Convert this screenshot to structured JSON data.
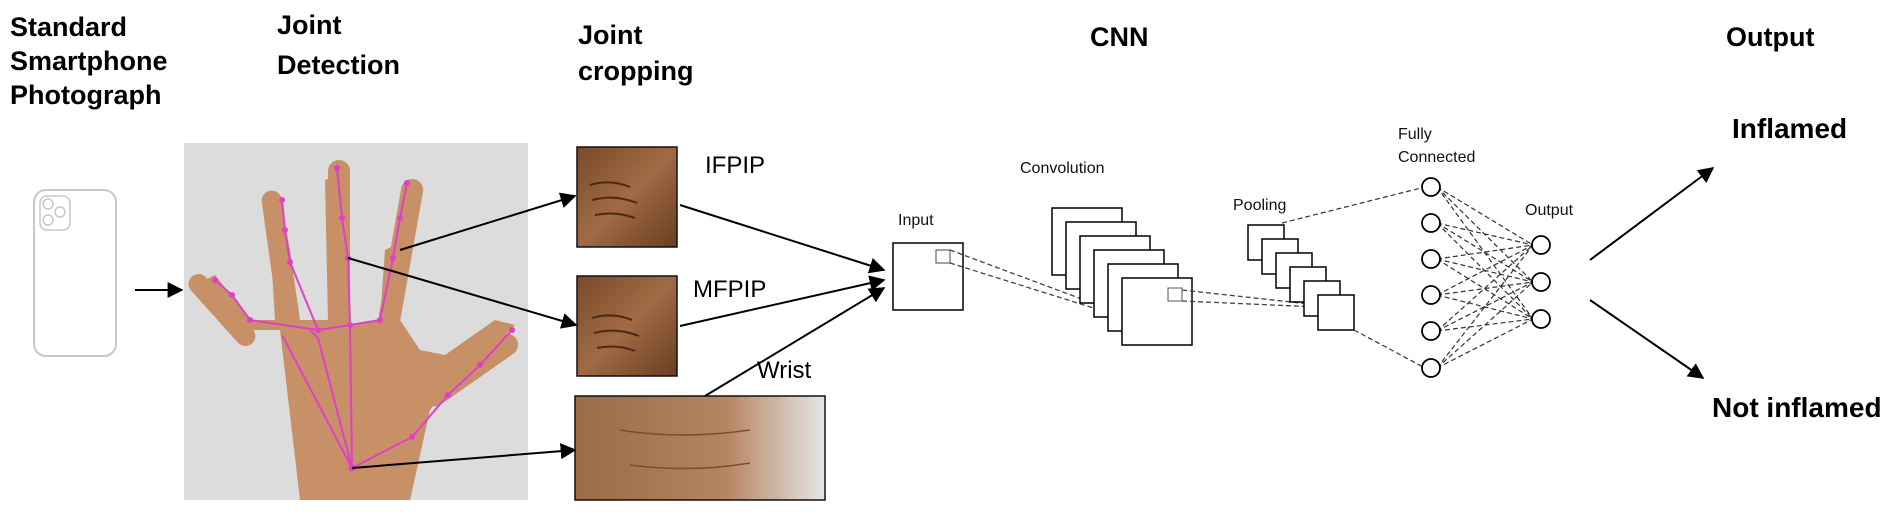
{
  "headers": {
    "photo": [
      "Standard",
      "Smartphone",
      "Photograph"
    ],
    "detection": [
      "Joint",
      "Detection"
    ],
    "cropping": [
      "Joint",
      "cropping"
    ],
    "cnn": "CNN",
    "output": "Output"
  },
  "crops": [
    "IFPIP",
    "MFPIP",
    "Wrist"
  ],
  "cnn_labels": {
    "input": "Input",
    "convolution": "Convolution",
    "pooling": "Pooling",
    "fully_connected": [
      "Fully",
      "Connected"
    ],
    "output": "Output"
  },
  "outcomes": {
    "positive": "Inflamed",
    "negative": "Not inflamed"
  },
  "colors": {
    "skeleton": "#e040c8",
    "skin": "#c79067",
    "crop_skin": "#8a5a36",
    "background_photo": "#dcdcdc"
  }
}
